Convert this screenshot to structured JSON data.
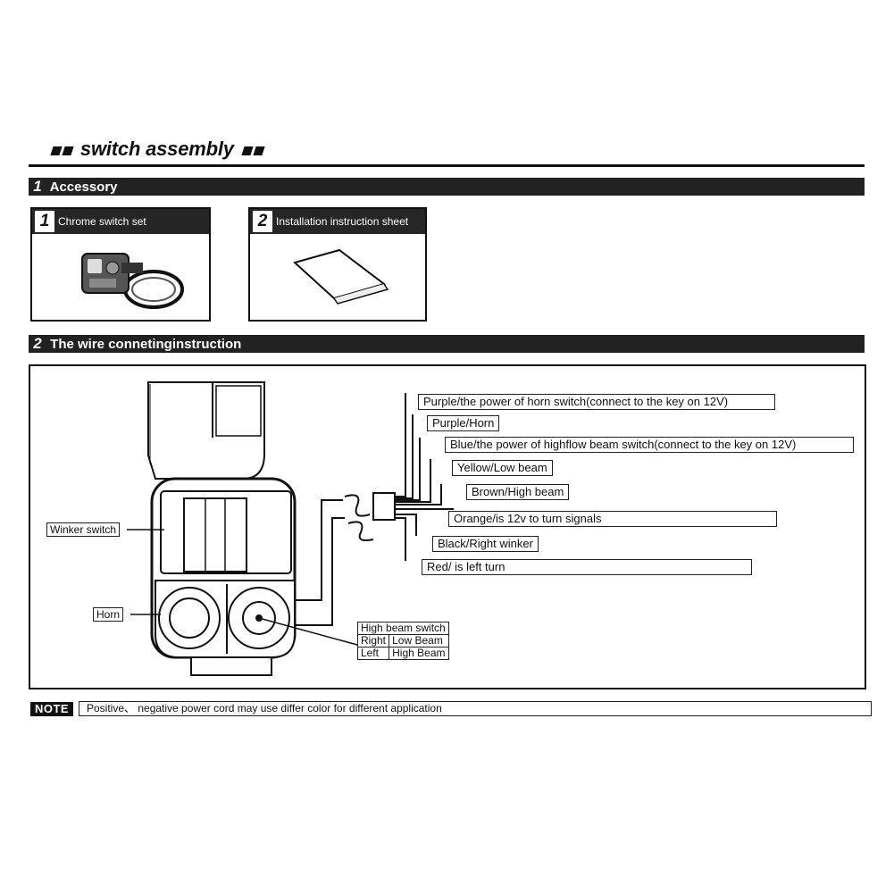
{
  "title": "switch assembly",
  "section1": {
    "number": "1",
    "label": "Accessory"
  },
  "accessories": [
    {
      "number": "1",
      "label": "Chrome switch set"
    },
    {
      "number": "2",
      "label": "Installation instruction sheet"
    }
  ],
  "section2": {
    "number": "2",
    "label": "The wire connetinginstruction"
  },
  "diagram": {
    "winker_label": "Winker switch",
    "horn_label": "Horn",
    "wires": [
      "Purple/the power of  horn switch(connect to the key on 12V)",
      "Purple/Horn",
      "Blue/the power of highflow beam switch(connect to the key on 12V)",
      "Yellow/Low beam",
      "Brown/High beam",
      "Orange/is 12v to turn signals",
      "Black/Right winker",
      "Red/ is left turn"
    ],
    "high_beam": {
      "title": "High beam switch",
      "rows": [
        [
          "Right",
          "Low Beam"
        ],
        [
          "Left",
          "High Beam"
        ]
      ]
    }
  },
  "note": {
    "tag": "NOTE",
    "text": "Positive、 negative power cord may use differ color for different application"
  }
}
